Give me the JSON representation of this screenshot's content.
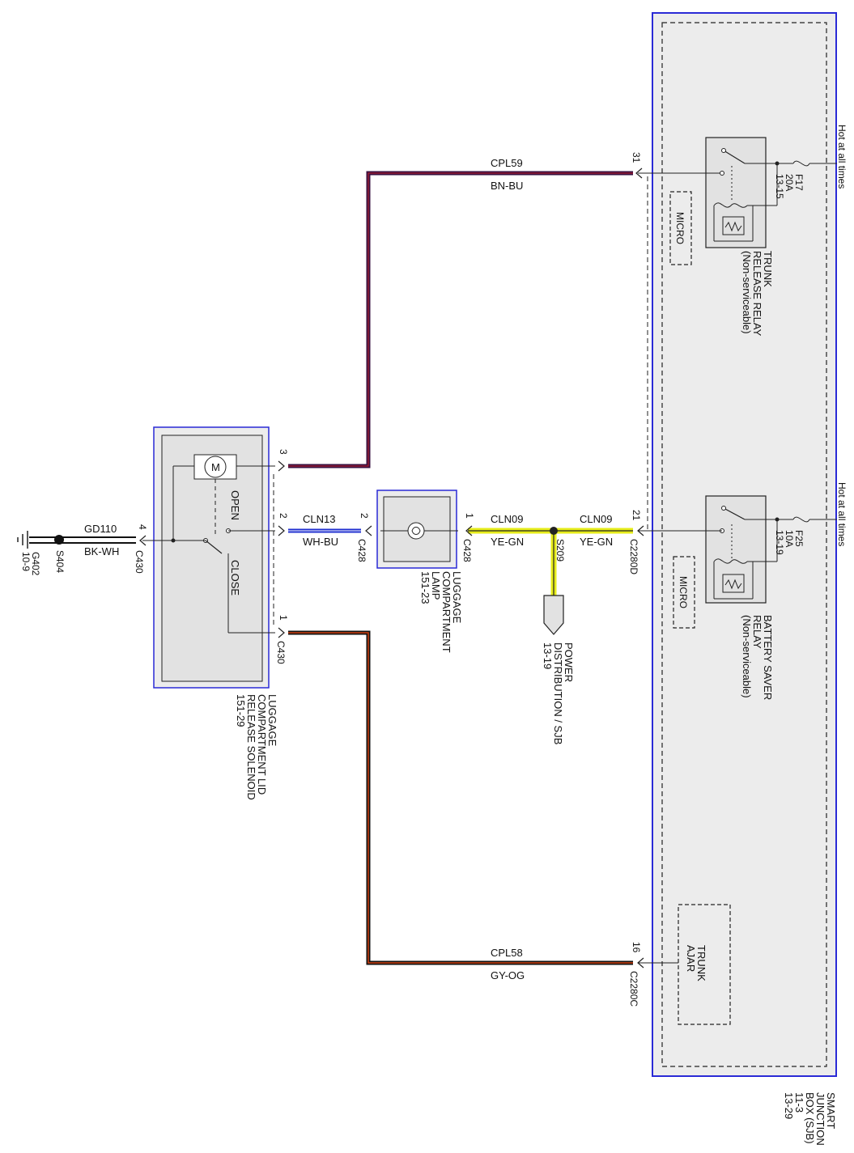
{
  "sjb": {
    "title_lines": [
      "SMART",
      "JUNCTION",
      "BOX (SJB)",
      "11-3",
      "13-29"
    ],
    "hot_label": "Hot at all times",
    "micro_label": "MICRO",
    "trunk_release_relay": {
      "lines": [
        "TRUNK",
        "RELEASE RELAY",
        "(Non-serviceable)"
      ],
      "fuse_lines": [
        "F17",
        "20A",
        "13-15"
      ]
    },
    "battery_saver_relay": {
      "lines": [
        "BATTERY SAVER",
        "RELAY",
        "(Non-serviceable)"
      ],
      "fuse_lines": [
        "F25",
        "10A",
        "13-19"
      ]
    },
    "trunk_ajar_lines": [
      "TRUNK",
      "AJAR"
    ]
  },
  "wires": {
    "cpl59": {
      "circuit": "CPL59",
      "color": "BN-BU",
      "pin": "31"
    },
    "cln09_sjb": {
      "circuit": "CLN09",
      "color": "YE-GN",
      "pin": "21",
      "connector": "C2280D"
    },
    "cln09_lamp": {
      "circuit": "CLN09",
      "color": "YE-GN",
      "pin": "1",
      "connector": "C428"
    },
    "cln13": {
      "circuit": "CLN13",
      "color": "WH-BU",
      "pin_lamp": "2",
      "connector_lamp": "C428",
      "pin_solenoid": "2"
    },
    "cpl58": {
      "circuit": "CPL58",
      "color": "GY-OG",
      "pin": "16",
      "connector": "C2280C"
    },
    "gd110": {
      "circuit": "GD110",
      "color": "BK-WH",
      "pin": "4",
      "connector": "C430"
    },
    "solenoid_pin3": "3",
    "solenoid_pin1": "1",
    "solenoid_connector_bottom": "C430"
  },
  "splice": {
    "s209": "S209",
    "s404": "S404"
  },
  "ground": {
    "lines": [
      "G402",
      "10-9"
    ]
  },
  "power_distribution": {
    "lines": [
      "POWER",
      "DISTRIBUTION / SJB",
      "13-19"
    ]
  },
  "lamp": {
    "lines": [
      "LUGGAGE",
      "COMPARTMENT",
      "LAMP",
      "151-23"
    ]
  },
  "solenoid": {
    "lines": [
      "LUGGAGE",
      "COMPARTMENT LID",
      "RELEASE SOLENOID",
      "151-29"
    ],
    "motor": "M",
    "open": "OPEN",
    "close": "CLOSE"
  },
  "colors": {
    "module_border": "#2a2ad6",
    "module_fill": "#ececec",
    "wire_bnbu": "#3a1040",
    "wire_yegn": "#e6ec1a",
    "wire_whbu": "#2030d0",
    "wire_gyog": "#d04010",
    "wire_black": "#111111"
  }
}
